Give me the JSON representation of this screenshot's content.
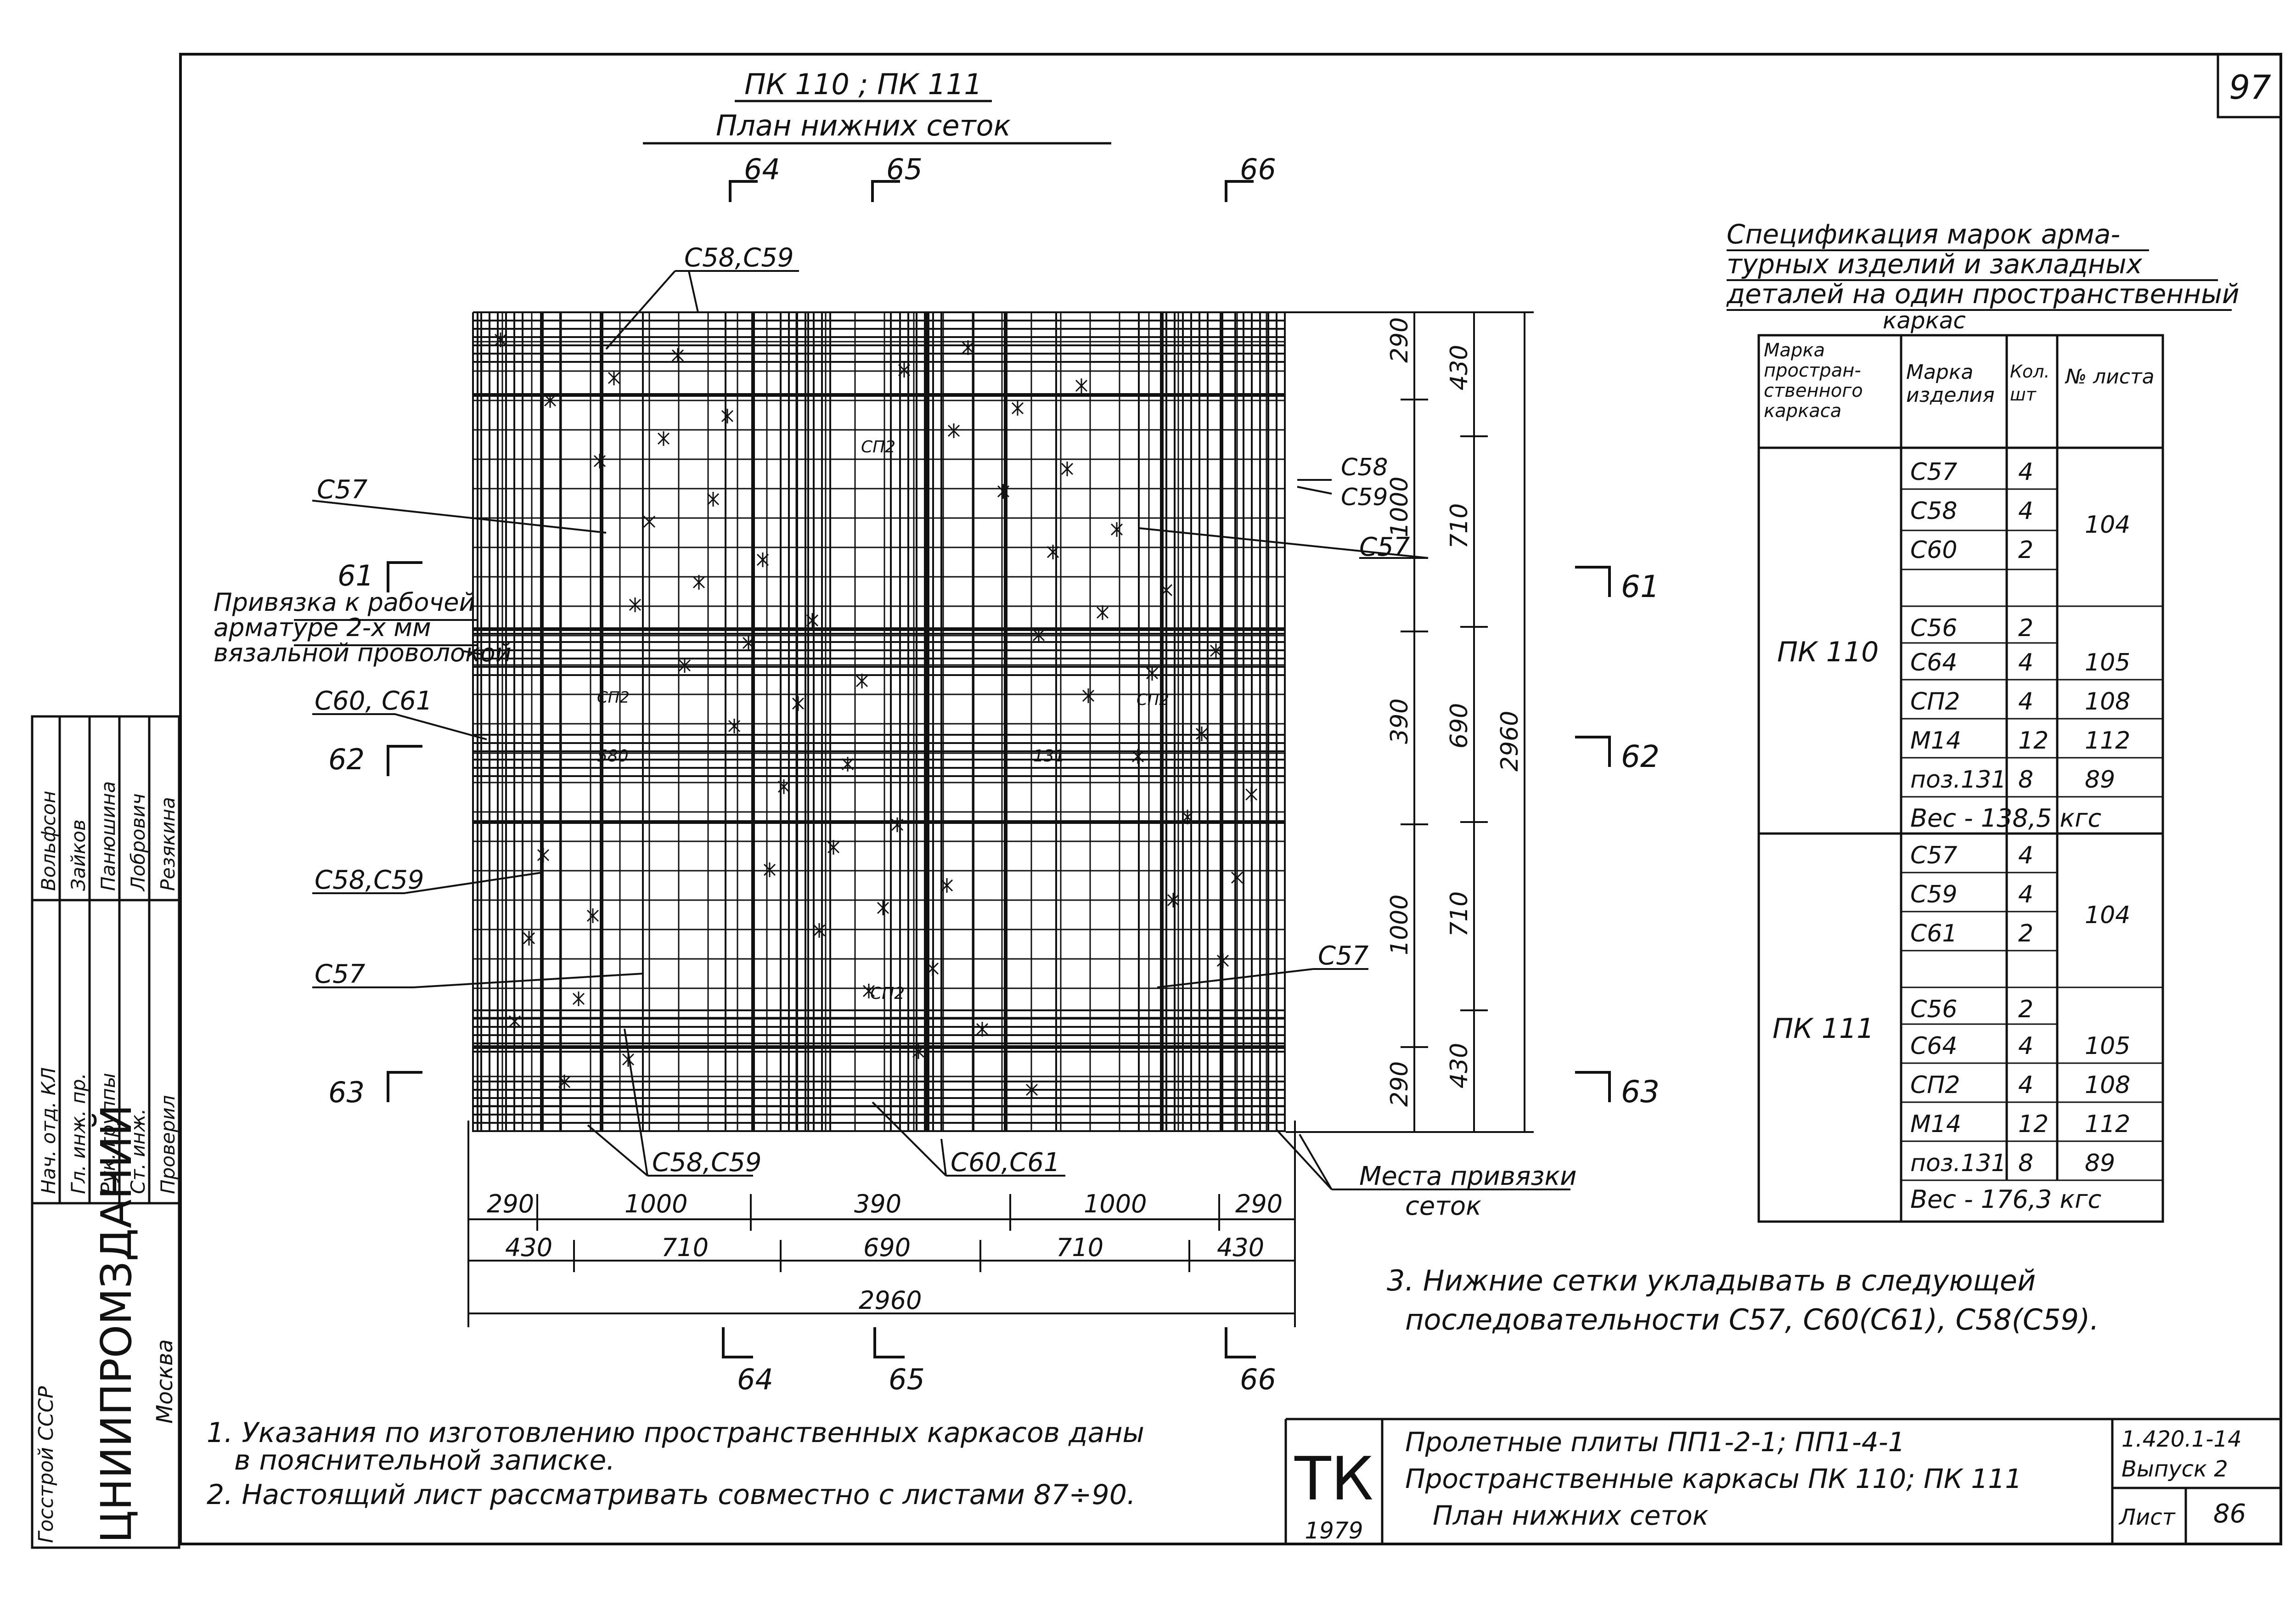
{
  "sheet_number": "97",
  "drawing": {
    "title_line1": "ПК 110 ; ПК 111",
    "title_line2": "План нижних сеток",
    "section_top": [
      "64",
      "65",
      "66"
    ],
    "section_bottom": [
      "64",
      "65",
      "66"
    ],
    "section_right": [
      "61",
      "62",
      "63"
    ],
    "section_left": [
      "61",
      "62",
      "63"
    ],
    "label_c58_c59_top": "С58,С59",
    "label_c57_left_top": "С57",
    "label_c57_right_top": "С57",
    "label_c58_right": "С58",
    "label_c59_right": "С59",
    "label_sp2_top": "СП2",
    "label_sp2_bottom": "СП2",
    "label_sp2_left": "СП2",
    "label_sp2_right": "СП2",
    "label_580": "580",
    "label_131": "131",
    "tie_note_line1": "Привязка к рабочей",
    "tie_note_line2": "арматуре 2-х мм",
    "tie_note_line3": "вязальной проволокой",
    "label_c60_c61_left": "С60, С61",
    "label_c58_c59_left": "С58,С59",
    "label_c57_left_bottom": "С57",
    "label_c57_right_bottom": "С57",
    "label_c58_c59_bottom": "С58,С59",
    "label_c60_c61_bottom": "С60,С61",
    "tie_places_line1": "Места привязки",
    "tie_places_line2": "сеток",
    "dims_row1": [
      "290",
      "1000",
      "390",
      "1000",
      "290"
    ],
    "dims_row2": [
      "430",
      "710",
      "690",
      "710",
      "430"
    ],
    "dim_total_bottom": "2960",
    "dims_right_col1": [
      "290",
      "1000",
      "390",
      "1000",
      "290"
    ],
    "dims_right_col2": [
      "430",
      "710",
      "690",
      "710",
      "430"
    ],
    "dim_total_right": "2960"
  },
  "spec": {
    "title_line1": "Спецификация марок арма-",
    "title_line2": "турных изделий и закладных",
    "title_line3": "деталей на один пространственный",
    "title_line4": "каркас",
    "headers": [
      "Марка простран-ственного каркаса",
      "Марка изделия",
      "Кол. шт",
      "№ листа"
    ],
    "group1": {
      "mark": "ПК 110",
      "rows": [
        [
          "С57",
          "4"
        ],
        [
          "С58",
          "4"
        ],
        [
          "С60",
          "2"
        ],
        [
          "С56",
          "2"
        ],
        [
          "С64",
          "4"
        ],
        [
          "СП2",
          "4"
        ],
        [
          "М14",
          "12"
        ],
        [
          "поз.131",
          "8"
        ]
      ],
      "sheets": [
        "104",
        "105",
        "108",
        "112",
        "89"
      ],
      "weight": "Вес - 138,5 кгс"
    },
    "group2": {
      "mark": "ПК 111",
      "rows": [
        [
          "С57",
          "4"
        ],
        [
          "С59",
          "4"
        ],
        [
          "С61",
          "2"
        ],
        [
          "С56",
          "2"
        ],
        [
          "С64",
          "4"
        ],
        [
          "СП2",
          "4"
        ],
        [
          "М14",
          "12"
        ],
        [
          "поз.131",
          "8"
        ]
      ],
      "sheets": [
        "104",
        "105",
        "108",
        "112",
        "89"
      ],
      "weight": "Вес - 176,3 кгс"
    }
  },
  "notes": {
    "note1_line1": "1. Указания по изготовлению пространственных каркасов даны",
    "note1_line2": "в пояснительной записке.",
    "note2": "2. Настоящий лист рассматривать совместно с листами 87÷90.",
    "note3_line1": "3. Нижние сетки укладывать в следующей",
    "note3_line2": "последовательности С57, С60(С61), С58(С59)."
  },
  "stamp": {
    "tk": "ТК",
    "year": "1979",
    "title_line1": "Пролетные плиты ПП1-2-1; ПП1-4-1",
    "title_line2": "Пространственные каркасы ПК 110; ПК 111",
    "title_line3": "План нижних сеток",
    "code": "1.420.1-14",
    "issue": "Выпуск 2",
    "sheet_label": "Лист",
    "sheet_no": "86"
  },
  "side_stamp": {
    "org": "ЦНИИПРОМЗДАНИЙ",
    "city": "Москва",
    "gosstroy": "Госстрой СССР",
    "roles": [
      "Нач. отд. КЛ",
      "Гл. инж. пр.",
      "Рук. группы",
      "Ст. инж.",
      "Проверил"
    ],
    "names": [
      "Вольфсон",
      "Зайков",
      "Панюшина",
      "Лобрович",
      "Резякина"
    ]
  }
}
